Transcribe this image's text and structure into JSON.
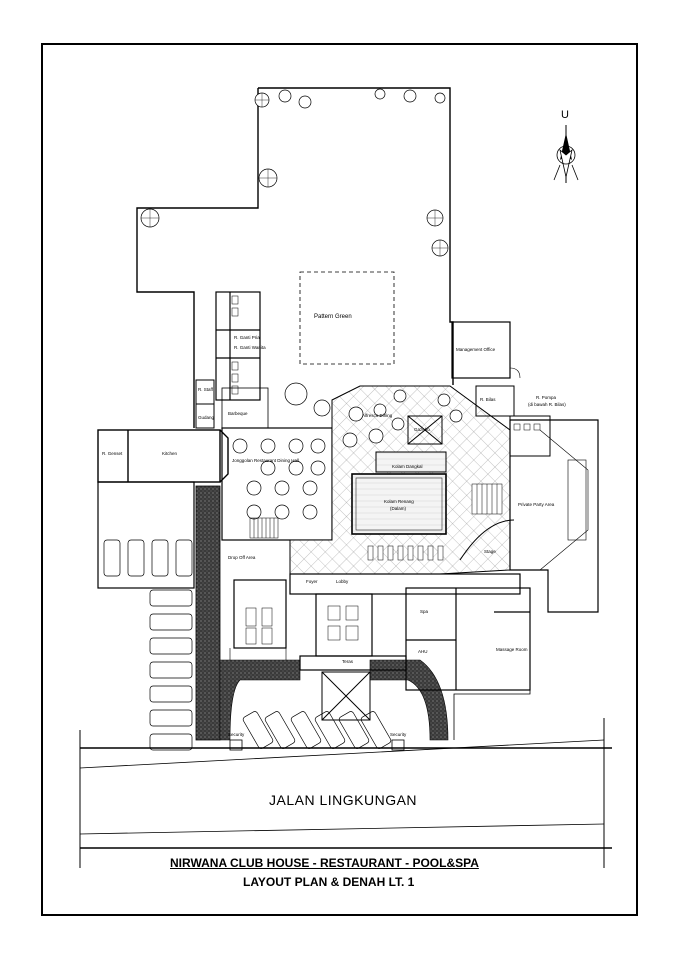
{
  "compass": {
    "north_label": "U"
  },
  "rooms": {
    "pattern_green": "Pattern Green",
    "kitchen": "Kitchen",
    "r_genset": "R. Genset",
    "jonggolan_dining": "Jonggolan Restaurant Dining Hall",
    "barbeque": "Barbeque",
    "gudang": "Gudang",
    "r_staff": "R. Staff",
    "r_ganti_pria": "R. Ganti Pria",
    "r_ganti_wanita": "R. Ganti Wanita",
    "alfresco": "Alfresco Dining",
    "gazebo": "Gazebo",
    "kolam_dangkal": "Kolam Dangkal",
    "kolam_renang": "Kolam Renang",
    "kolam_renang_sub": "(Dalam)",
    "management_office": "Management Office",
    "r_pompa": "R. Pompa",
    "r_pompa_sub": "(di bawah R. Bilas)",
    "r_bilas": "R. Bilas",
    "private_party": "Private Party Area",
    "stage": "Stage",
    "drop_off": "Drop Off Area",
    "lobby": "Lobby",
    "foyer": "Foyer",
    "teras": "Teras",
    "spa": "Spa",
    "massage_room": "Massage Room",
    "ahu": "AHU",
    "security_left": "Security",
    "security_right": "Security"
  },
  "road": {
    "name": "JALAN LINGKUNGAN"
  },
  "title": {
    "line1": "NIRWANA CLUB HOUSE - RESTAURANT - POOL&SPA",
    "line2": "LAYOUT PLAN & DENAH LT. 1"
  }
}
